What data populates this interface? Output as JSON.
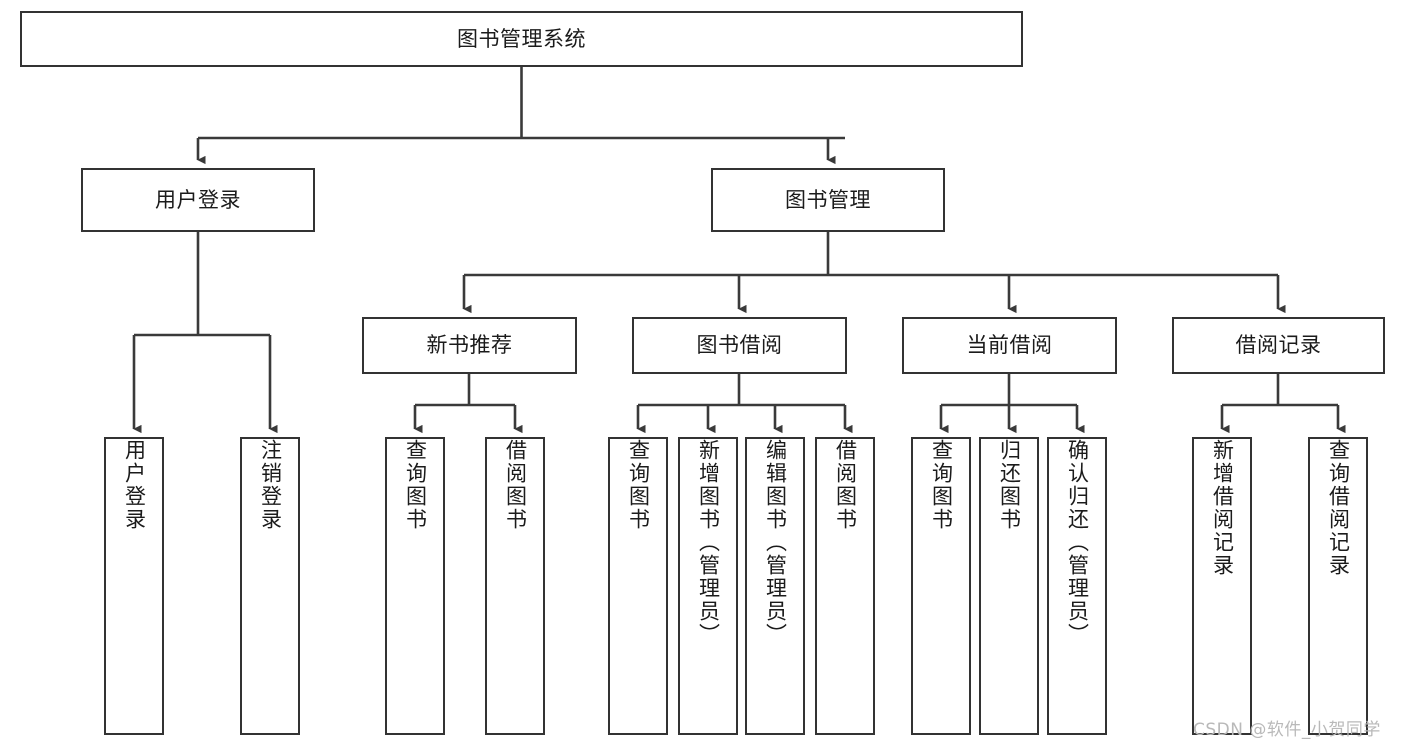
{
  "diagram": {
    "type": "tree-hierarchy",
    "title": "图书管理系统",
    "watermark": "CSDN @软件_小贺同学",
    "colors": {
      "box_border": "#333333",
      "box_fill": "#ffffff",
      "connector": "#3a3a3a",
      "text": "#1b1b1b",
      "watermark": "#b9b9b9",
      "background": "#ffffff"
    },
    "nodes": {
      "root": {
        "label": "图书管理系统",
        "level": 1,
        "orientation": "horizontal"
      },
      "user_login": {
        "label": "用户登录",
        "level": 2,
        "orientation": "horizontal"
      },
      "book_manage": {
        "label": "图书管理",
        "level": 2,
        "orientation": "horizontal"
      },
      "new_book_rec": {
        "label": "新书推荐",
        "level": 3,
        "orientation": "horizontal"
      },
      "book_borrow": {
        "label": "图书借阅",
        "level": 3,
        "orientation": "horizontal"
      },
      "current_borrow": {
        "label": "当前借阅",
        "level": 3,
        "orientation": "horizontal"
      },
      "borrow_record": {
        "label": "借阅记录",
        "level": 3,
        "orientation": "horizontal"
      },
      "leaf_user_login": {
        "label": "用户登录",
        "level": 4,
        "orientation": "vertical"
      },
      "leaf_logout": {
        "label": "注销登录",
        "level": 4,
        "orientation": "vertical"
      },
      "leaf_query_book_a": {
        "label": "查询图书",
        "level": 4,
        "orientation": "vertical"
      },
      "leaf_borrow_book_a": {
        "label": "借阅图书",
        "level": 4,
        "orientation": "vertical"
      },
      "leaf_query_book_b": {
        "label": "查询图书",
        "level": 4,
        "orientation": "vertical"
      },
      "leaf_add_book": {
        "label": "新增图书（管理员）",
        "level": 4,
        "orientation": "vertical"
      },
      "leaf_edit_book": {
        "label": "编辑图书（管理员）",
        "level": 4,
        "orientation": "vertical"
      },
      "leaf_borrow_book_b": {
        "label": "借阅图书",
        "level": 4,
        "orientation": "vertical"
      },
      "leaf_query_book_c": {
        "label": "查询图书",
        "level": 4,
        "orientation": "vertical"
      },
      "leaf_return_book": {
        "label": "归还图书",
        "level": 4,
        "orientation": "vertical"
      },
      "leaf_confirm_return": {
        "label": "确认归还（管理员）",
        "level": 4,
        "orientation": "vertical"
      },
      "leaf_add_record": {
        "label": "新增借阅记录",
        "level": 4,
        "orientation": "vertical"
      },
      "leaf_query_record": {
        "label": "查询借阅记录",
        "level": 4,
        "orientation": "vertical"
      }
    },
    "edges": [
      {
        "from": "root",
        "to": "user_login"
      },
      {
        "from": "root",
        "to": "book_manage"
      },
      {
        "from": "user_login",
        "to": "leaf_user_login"
      },
      {
        "from": "user_login",
        "to": "leaf_logout"
      },
      {
        "from": "book_manage",
        "to": "new_book_rec"
      },
      {
        "from": "book_manage",
        "to": "book_borrow"
      },
      {
        "from": "book_manage",
        "to": "current_borrow"
      },
      {
        "from": "book_manage",
        "to": "borrow_record"
      },
      {
        "from": "new_book_rec",
        "to": "leaf_query_book_a"
      },
      {
        "from": "new_book_rec",
        "to": "leaf_borrow_book_a"
      },
      {
        "from": "book_borrow",
        "to": "leaf_query_book_b"
      },
      {
        "from": "book_borrow",
        "to": "leaf_add_book"
      },
      {
        "from": "book_borrow",
        "to": "leaf_edit_book"
      },
      {
        "from": "book_borrow",
        "to": "leaf_borrow_book_b"
      },
      {
        "from": "current_borrow",
        "to": "leaf_query_book_c"
      },
      {
        "from": "current_borrow",
        "to": "leaf_return_book"
      },
      {
        "from": "current_borrow",
        "to": "leaf_confirm_return"
      },
      {
        "from": "borrow_record",
        "to": "leaf_add_record"
      },
      {
        "from": "borrow_record",
        "to": "leaf_query_record"
      }
    ]
  }
}
